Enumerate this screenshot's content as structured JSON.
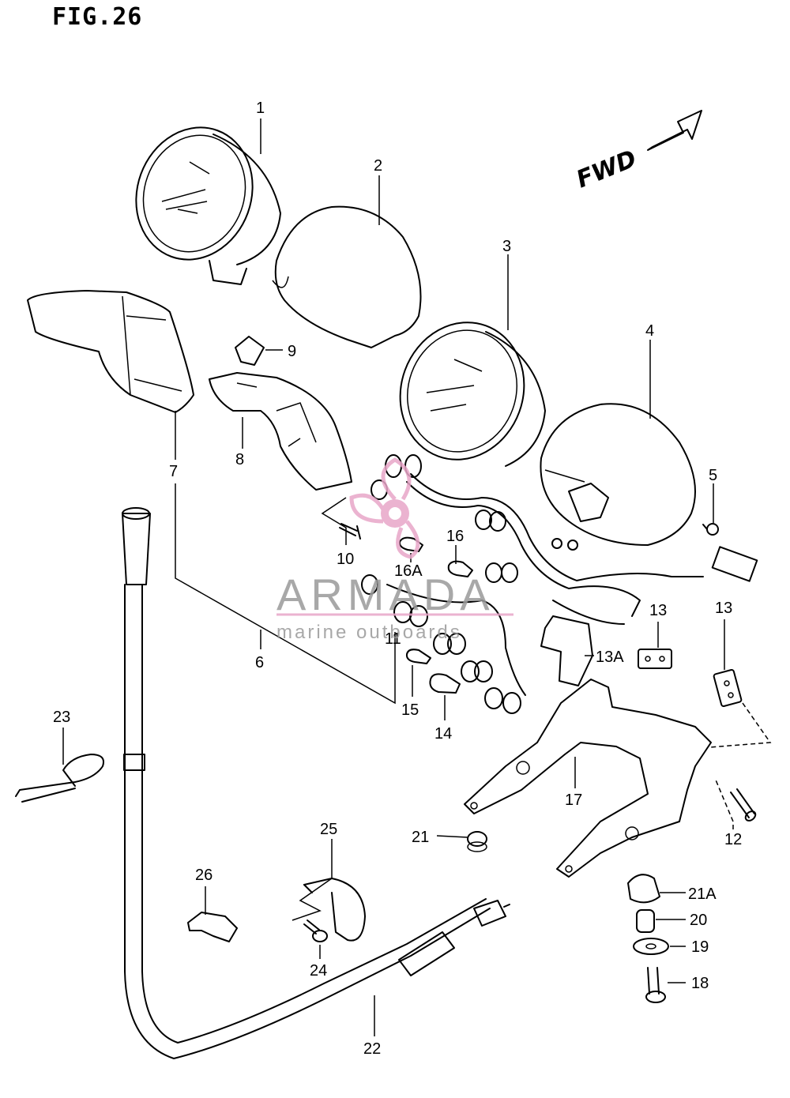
{
  "figure": {
    "title": "FIG.26"
  },
  "direction": {
    "label": "FWD"
  },
  "watermark": {
    "brand": "ARMADA",
    "tagline": "marine outboards",
    "accent": "#e8a6c8",
    "gray": "#9a9a9a"
  },
  "callouts": {
    "c1": "1",
    "c2": "2",
    "c3": "3",
    "c4": "4",
    "c5": "5",
    "c6": "6",
    "c7": "7",
    "c8": "8",
    "c9": "9",
    "c10": "10",
    "c11": "11",
    "c12": "12",
    "c13a": "13",
    "c13b": "13",
    "c13A": "13A",
    "c14": "14",
    "c15": "15",
    "c16": "16",
    "c16A": "16A",
    "c17": "17",
    "c18": "18",
    "c19": "19",
    "c20": "20",
    "c21": "21",
    "c21A": "21A",
    "c22": "22",
    "c23": "23",
    "c24": "24",
    "c25": "25",
    "c26": "26"
  }
}
